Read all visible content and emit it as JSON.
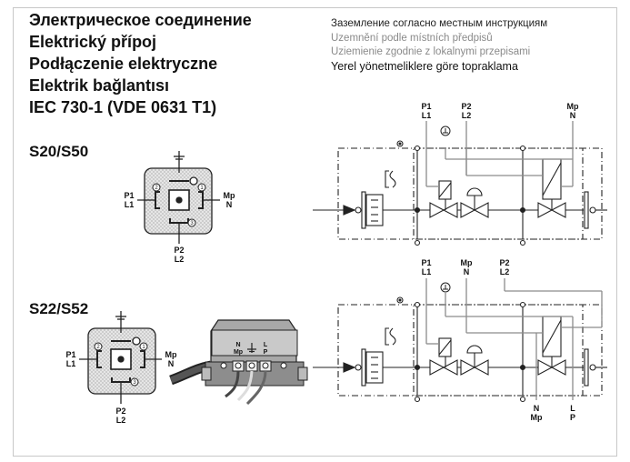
{
  "titles": [
    "Электрическое соединение",
    "Elektrický přípoj",
    "Podłączenie elektryczne",
    "Elektrik bağlantısı",
    "IEC 730-1 (VDE 0631 T1)"
  ],
  "earthing_notes": [
    "Заземление согласно местным инструкциям",
    "Uzemnění podle místních předpisů",
    "Uziemienie zgodnie z lokalnymi przepisami",
    "Yerel yönetmeliklere göre topraklama"
  ],
  "models": {
    "top": "S20/S50",
    "bottom": "S22/S52"
  },
  "pins": {
    "p1": "P1",
    "l1": "L1",
    "p2": "P2",
    "l2": "L2",
    "mp": "Mp",
    "n": "N",
    "l": "L",
    "p": "P",
    "num1": "1",
    "num2": "2",
    "num3": "3"
  },
  "colors": {
    "line": "#222222",
    "grey_wire": "#8c8c8c",
    "plug_fill": "#d9d9d9"
  }
}
